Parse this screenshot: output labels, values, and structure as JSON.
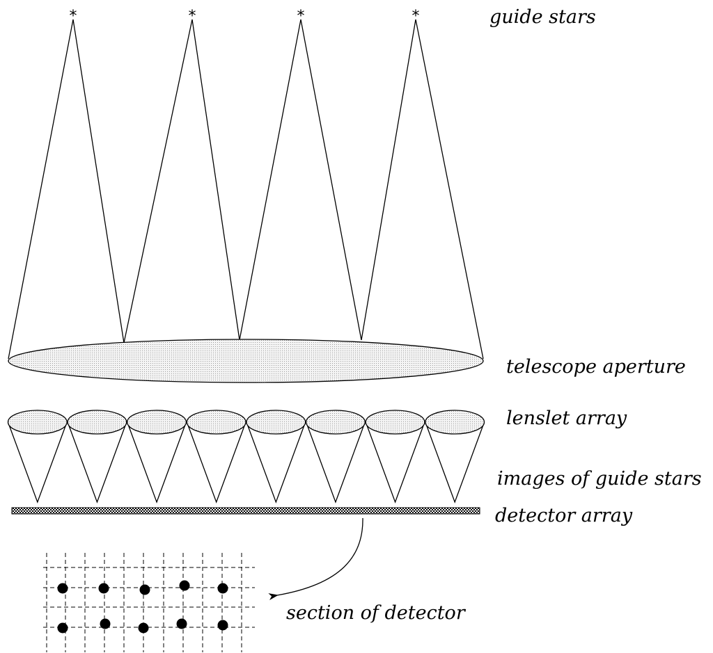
{
  "labels": {
    "guide_stars": "guide stars",
    "telescope_aperture": "telescope aperture",
    "lenslet_array": "lenslet array",
    "images_of_guide_stars": "images of guide stars",
    "detector_array": "detector array",
    "section_of_detector": "section of detector"
  },
  "star_symbol": "*",
  "counts": {
    "guide_stars": 4,
    "lenslets": 8,
    "detector_spots_per_row": 5,
    "detector_rows": 2
  },
  "colors": {
    "line": "#000000",
    "fill_light": "#e9e9e9",
    "background": "#ffffff"
  }
}
